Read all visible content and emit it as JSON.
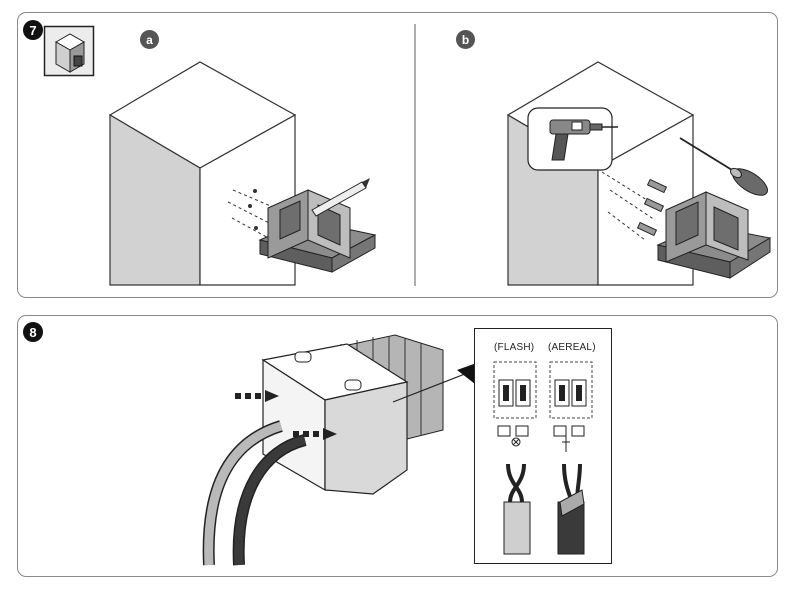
{
  "steps": {
    "seven": {
      "number": "7",
      "sub_a": "a",
      "sub_b": "b"
    },
    "eight": {
      "number": "8"
    }
  },
  "icons": {
    "post_thumbnail": "post-mount-icon",
    "drill": "drill-icon",
    "screwdriver": "screwdriver-icon",
    "pencil": "pencil-icon"
  },
  "wiring": {
    "flash_label": "(FLASH)",
    "aerial_label": "(AEREAL)"
  },
  "colors": {
    "post_face": "#d2d2d2",
    "outline": "#333333",
    "bracket": "#6a6a6a",
    "cable_light": "#b9b9b9",
    "cable_dark": "#3a3a3a"
  }
}
